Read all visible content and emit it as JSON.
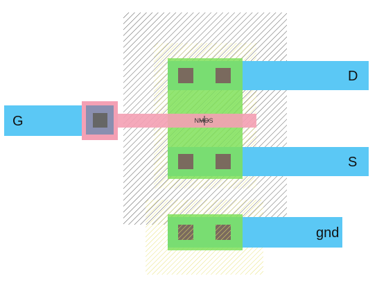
{
  "diagram": {
    "type": "nmos-transistor-layout",
    "device_label": "NMOS",
    "terminals": {
      "gate": "G",
      "drain": "D",
      "source": "S",
      "ground": "gnd"
    },
    "colors": {
      "background": "#ffffff",
      "metal1": "#5bc8f5",
      "poly": "#f4a0b4",
      "active": "#7fe05a",
      "contact": "#7a6a5e",
      "well_hatch": "#333333",
      "implant_hatch": "#e8e070"
    }
  }
}
